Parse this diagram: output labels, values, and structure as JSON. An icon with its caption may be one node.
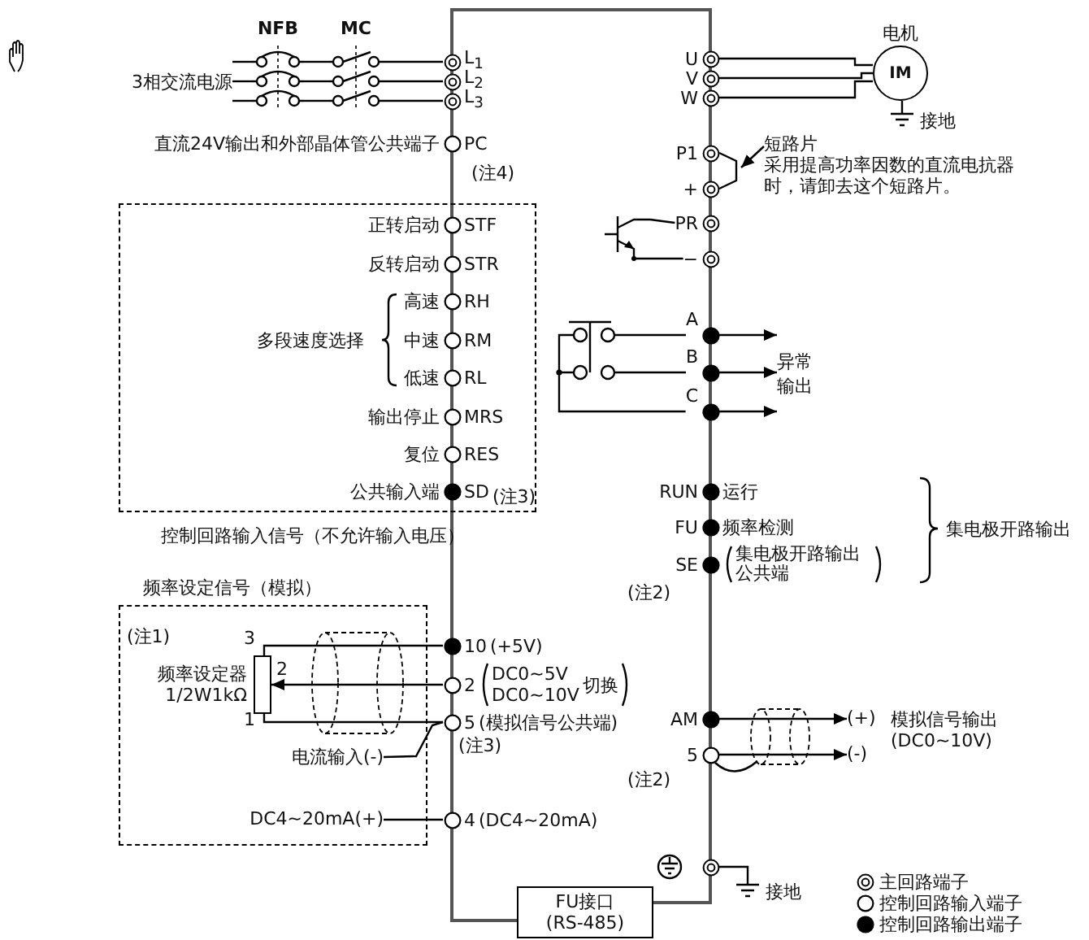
{
  "diagram": {
    "nodes": [
      {
        "text": [
          "3相交流电源"
        ]
      },
      {
        "text": [
          "NFB"
        ]
      },
      {
        "text": [
          "MC"
        ]
      },
      {
        "text": [
          "L$_{1}$"
        ]
      },
      {
        "text": [
          "L$_{2}$"
        ]
      },
      {
        "text": [
          "L$_{3}$"
        ]
      },
      {
        "text": [
          "U"
        ]
      },
      {
        "text": [
          "V"
        ]
      },
      {
        "text": [
          "W"
        ]
      },
      {
        "text": [
          "IM"
        ],
        "beside": [
          "电机"
        ]
      },
      {
        "text": [],
        "shape": "ground",
        "beside": [
          "接地"
        ]
      },
      {
        "text": [
          "PC"
        ],
        "beside": [
          "直流24V输出和外部晶体管公共端子"
        ]
      },
      {
        "text": [
          "P1"
        ]
      },
      {
        "text": [
          "+"
        ]
      },
      {
        "text": [
          "短路片",
          "采用提高功率因数的直流电抗器时，请卸去这个短路片。"
        ]
      },
      {
        "text": [
          "PR"
        ]
      },
      {
        "text": [
          "−"
        ]
      },
      {
        "text": [],
        "shape": "transistor"
      },
      {
        "text": [],
        "shape": "switch"
      },
      {
        "text": [
          "A"
        ]
      },
      {
        "text": [
          "B"
        ]
      },
      {
        "text": [
          "C"
        ]
      },
      {
        "text": [
          "控制回路输入信号（不允许输入电压）"
        ]
      },
      {
        "text": [
          "STF"
        ],
        "beside": [
          "正转启动"
        ],
        "in": 22
      },
      {
        "text": [
          "STR"
        ],
        "beside": [
          "反转启动"
        ],
        "in": 22
      },
      {
        "text": [
          "RH"
        ],
        "beside": [
          "高速"
        ],
        "in": 22
      },
      {
        "text": [
          "RM"
        ],
        "beside": [
          "中速"
        ],
        "in": 22
      },
      {
        "text": [
          "RL"
        ],
        "beside": [
          "低速"
        ],
        "in": 22
      },
      {
        "text": [
          "MRS"
        ],
        "beside": [
          "输出停止"
        ],
        "in": 22
      },
      {
        "text": [
          "RES"
        ],
        "beside": [
          "复位"
        ],
        "in": 22
      },
      {
        "text": [
          "SD"
        ],
        "beside": [
          "公共输入端"
        ],
        "in": 22
      },
      {
        "text": [
          "频率设定信号（模拟）"
        ]
      },
      {
        "text": [],
        "shape": "resistor",
        "beside": [
          "频率设定器",
          "1/2W1kΩ"
        ],
        "in": 31
      },
      {
        "text": [
          "电流输入(-)"
        ],
        "in": 31
      },
      {
        "text": [
          "DC4~20mA(+)"
        ],
        "in": 31
      },
      {
        "text": [
          "10"
        ],
        "beside": [
          "(+5V)"
        ]
      },
      {
        "text": [
          "2"
        ],
        "beside": [
          "DC0~5V",
          "DC0~10V",
          "切换"
        ]
      },
      {
        "text": [
          "5"
        ],
        "beside": [
          "(模拟信号公共端)"
        ]
      },
      {
        "text": [
          "4"
        ],
        "beside": [
          "(DC4~20mA)"
        ]
      },
      {
        "text": [
          "RUN"
        ],
        "beside": [
          "运行"
        ]
      },
      {
        "text": [
          "FU"
        ],
        "beside": [
          "频率检测"
        ]
      },
      {
        "text": [
          "SE"
        ],
        "beside": [
          "集电极开路输出公共端"
        ]
      },
      {
        "text": [
          "AM"
        ]
      },
      {
        "text": [
          "5"
        ]
      },
      {
        "text": [],
        "shape": "circle"
      },
      {
        "text": [],
        "shape": "ground",
        "beside": [
          "接地"
        ]
      },
      {
        "text": [
          "FU接口",
          "(RS-485)"
        ]
      },
      {
        "text": [
          "异常输出"
        ]
      },
      {
        "text": [
          "(+)"
        ]
      },
      {
        "text": [
          "(-)"
        ]
      }
    ],
    "edges": [
      {
        "from": 0,
        "to": 1,
        "arrow": "none"
      },
      {
        "from": 0,
        "to": 1,
        "arrow": "none"
      },
      {
        "from": 0,
        "to": 1,
        "arrow": "none"
      },
      {
        "from": 1,
        "to": 2,
        "arrow": "none"
      },
      {
        "from": 1,
        "to": 2,
        "arrow": "none"
      },
      {
        "from": 1,
        "to": 2,
        "arrow": "none"
      },
      {
        "from": 2,
        "to": 3,
        "arrow": "none"
      },
      {
        "from": 2,
        "to": 4,
        "arrow": "none"
      },
      {
        "from": 2,
        "to": 5,
        "arrow": "none"
      },
      {
        "from": 6,
        "to": 9,
        "arrow": "none"
      },
      {
        "from": 7,
        "to": 9,
        "arrow": "none"
      },
      {
        "from": 8,
        "to": 9,
        "arrow": "none"
      },
      {
        "from": 9,
        "to": 10,
        "arrow": "none"
      },
      {
        "from": 12,
        "to": 13,
        "arrow": "none"
      },
      {
        "from": 14,
        "to": null,
        "arrow": "to"
      },
      {
        "from": 17,
        "to": 15,
        "arrow": "none"
      },
      {
        "from": 17,
        "to": 16,
        "arrow": "none"
      },
      {
        "from": 18,
        "to": 19,
        "arrow": "none"
      },
      {
        "from": 18,
        "to": 20,
        "arrow": "none"
      },
      {
        "from": 18,
        "to": 21,
        "arrow": "none"
      },
      {
        "from": 19,
        "to": 47,
        "arrow": "to"
      },
      {
        "from": 20,
        "to": 47,
        "arrow": "to"
      },
      {
        "from": 21,
        "to": 47,
        "arrow": "to"
      },
      {
        "from": 32,
        "to": 35,
        "arrow": "none"
      },
      {
        "from": 36,
        "to": 32,
        "arrow": "to"
      },
      {
        "from": 32,
        "to": 37,
        "arrow": "none"
      },
      {
        "from": 33,
        "to": 37,
        "arrow": "none"
      },
      {
        "from": 34,
        "to": 38,
        "arrow": "none"
      },
      {
        "from": 42,
        "to": 48,
        "arrow": "to"
      },
      {
        "from": 43,
        "to": 49,
        "arrow": "to"
      },
      {
        "from": 44,
        "to": 45,
        "arrow": "none"
      }
    ],
    "labels": [
      "(注4)",
      "多段速度选择",
      "(注3)",
      "(注1)",
      "3",
      "2",
      "1",
      "(注3)",
      "集电极开路输出",
      "(注2)",
      "模拟信号输出(DC0~10V)",
      "(注2)"
    ],
    "legend": [
      {
        "text": "主回路端子"
      },
      {
        "text": "控制回路输入端子"
      },
      {
        "text": "控制回路输出端子"
      }
    ]
  }
}
